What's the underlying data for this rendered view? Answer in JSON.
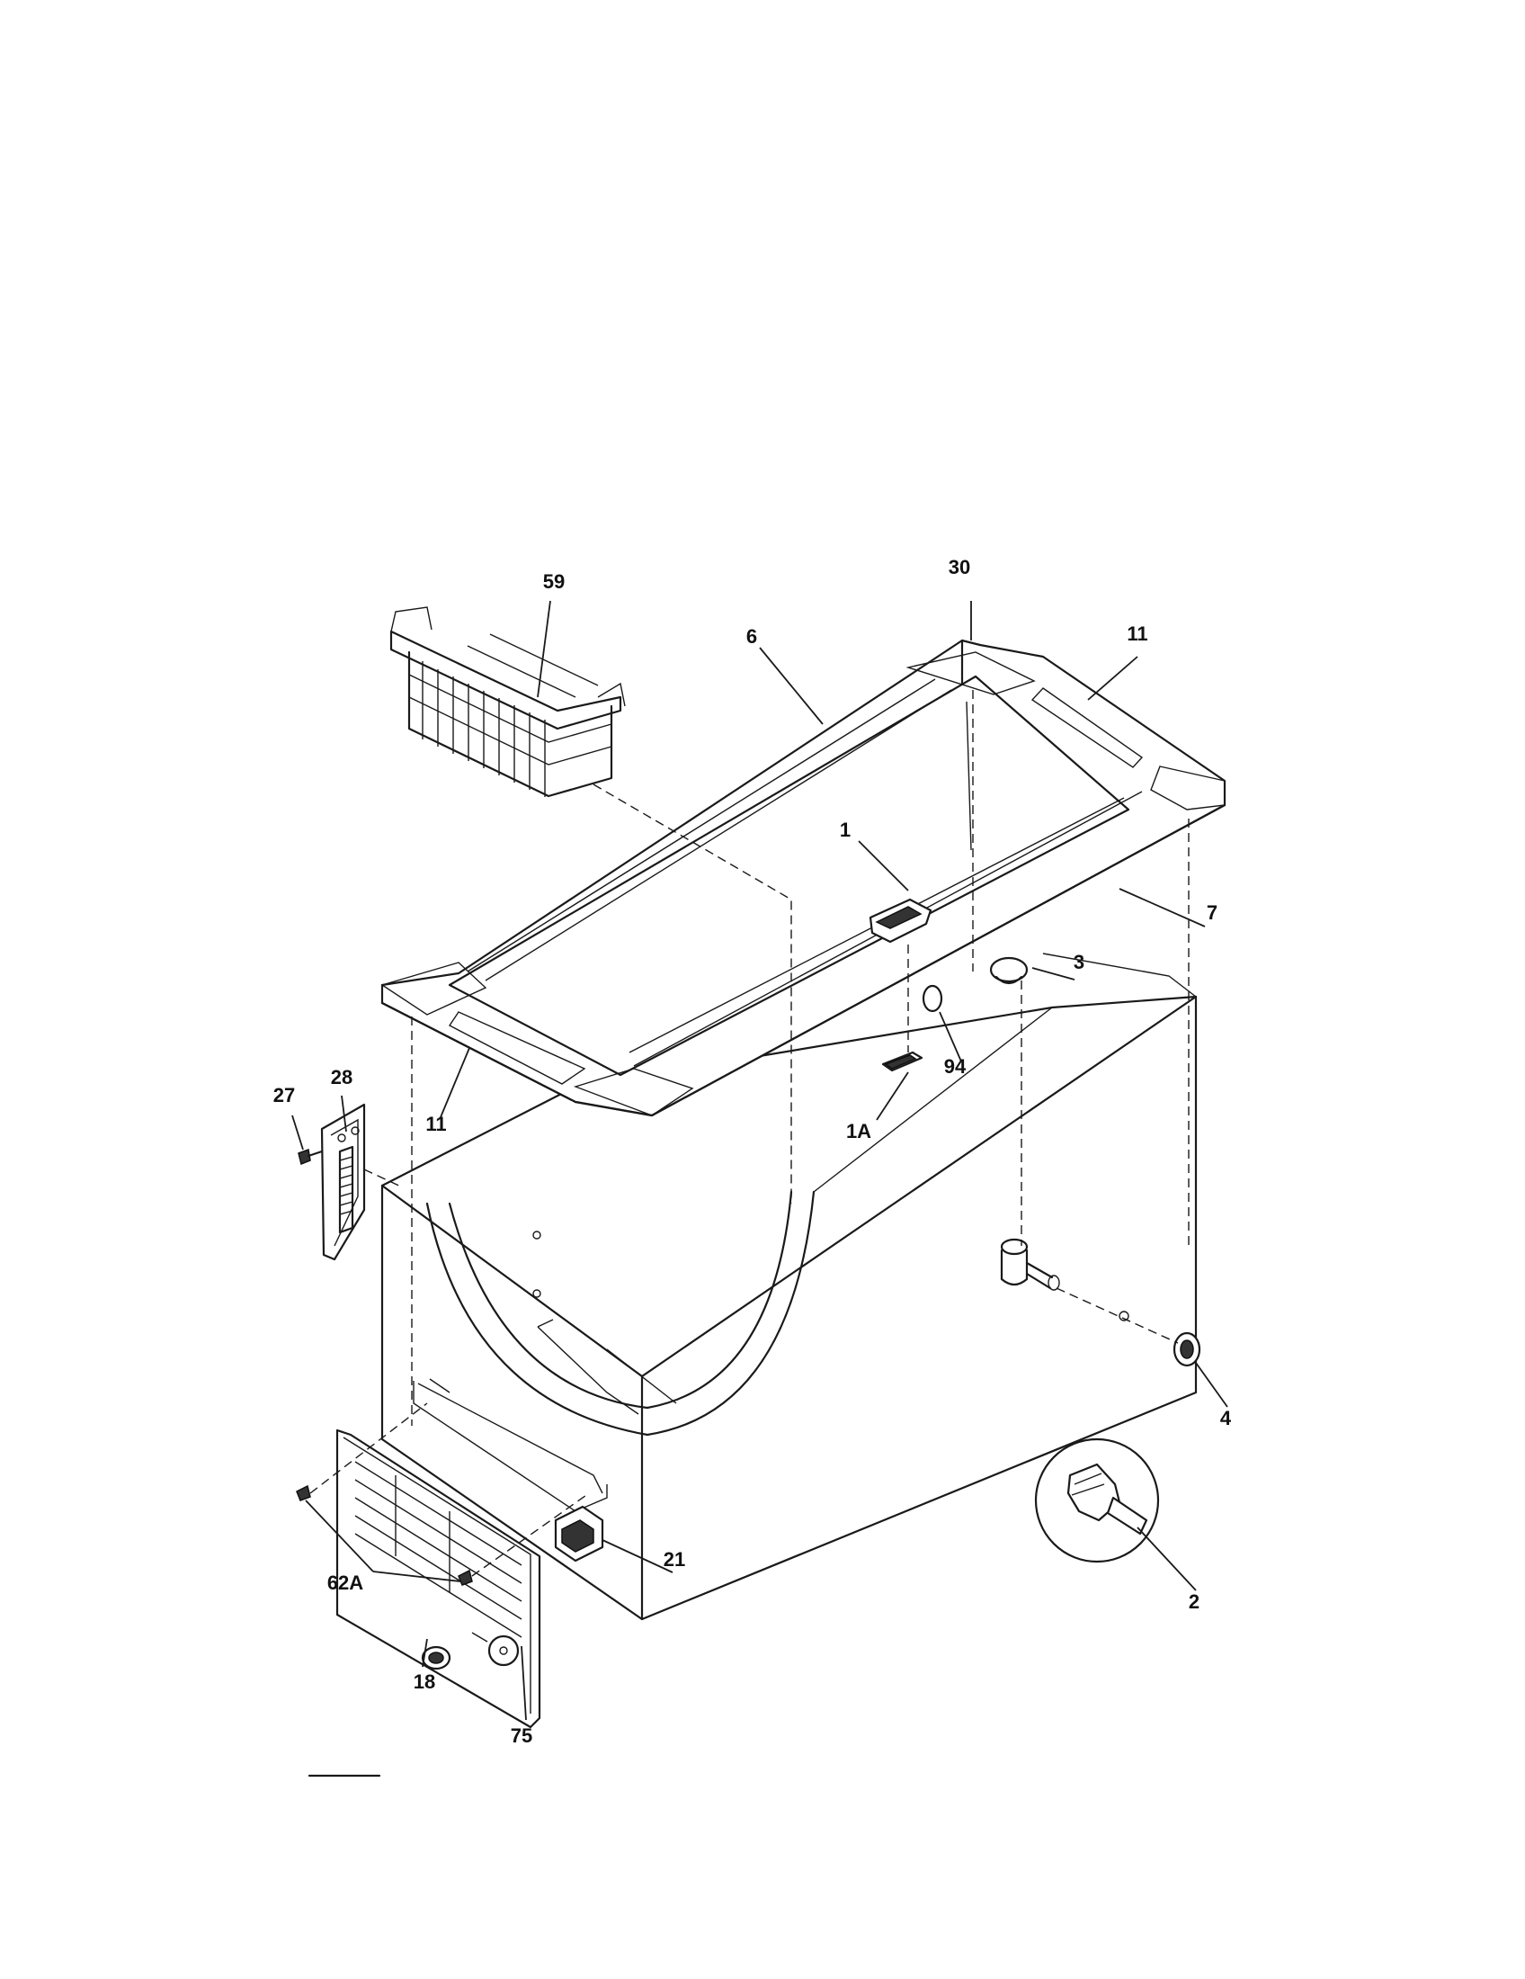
{
  "labels": {
    "p59": "59",
    "p30": "30",
    "p6": "6",
    "p11_top": "11",
    "p1": "1",
    "p7": "7",
    "p3": "3",
    "p94": "94",
    "p1A": "1A",
    "p28": "28",
    "p27": "27",
    "p11_left": "11",
    "p4": "4",
    "p21": "21",
    "p2": "2",
    "p62A": "62A",
    "p18": "18",
    "p75": "75"
  }
}
